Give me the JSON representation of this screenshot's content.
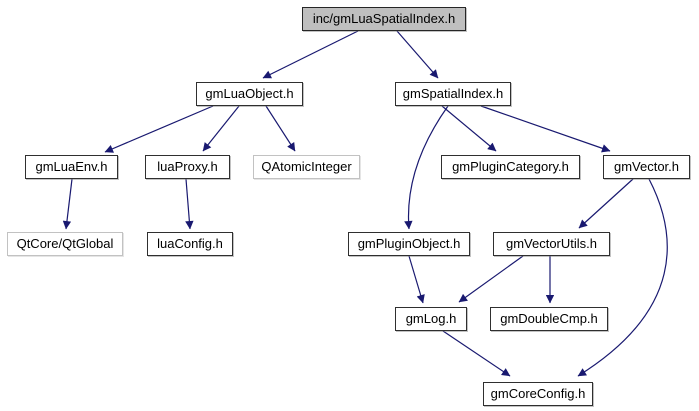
{
  "diagram": {
    "type": "include-dependency-graph",
    "root_file": "inc/gmLuaSpatialIndex.h"
  },
  "colors": {
    "background": "#ffffff",
    "edge": "#191970",
    "root_node_fill": "#bfbfbf",
    "node_fill": "#ffffff",
    "node_border": "#2f2f2f",
    "external_node_border": "#c2c2c2",
    "text": "#000000"
  },
  "nodes": {
    "root": {
      "label": "inc/gmLuaSpatialIndex.h",
      "kind": "root"
    },
    "gmLuaObject": {
      "label": "gmLuaObject.h",
      "kind": "internal"
    },
    "gmSpatialIndex": {
      "label": "gmSpatialIndex.h",
      "kind": "internal"
    },
    "gmLuaEnv": {
      "label": "gmLuaEnv.h",
      "kind": "internal"
    },
    "luaProxy": {
      "label": "luaProxy.h",
      "kind": "internal"
    },
    "QAtomicInteger": {
      "label": "QAtomicInteger",
      "kind": "external"
    },
    "gmPluginCategory": {
      "label": "gmPluginCategory.h",
      "kind": "internal"
    },
    "gmVector": {
      "label": "gmVector.h",
      "kind": "internal"
    },
    "QtCoreQtGlobal": {
      "label": "QtCore/QtGlobal",
      "kind": "external"
    },
    "luaConfig": {
      "label": "luaConfig.h",
      "kind": "internal"
    },
    "gmPluginObject": {
      "label": "gmPluginObject.h",
      "kind": "internal"
    },
    "gmVectorUtils": {
      "label": "gmVectorUtils.h",
      "kind": "internal"
    },
    "gmLog": {
      "label": "gmLog.h",
      "kind": "internal"
    },
    "gmDoubleCmp": {
      "label": "gmDoubleCmp.h",
      "kind": "internal"
    },
    "gmCoreConfig": {
      "label": "gmCoreConfig.h",
      "kind": "internal"
    }
  },
  "edges": [
    {
      "from": "inc/gmLuaSpatialIndex.h",
      "to": "gmLuaObject.h"
    },
    {
      "from": "inc/gmLuaSpatialIndex.h",
      "to": "gmSpatialIndex.h"
    },
    {
      "from": "gmLuaObject.h",
      "to": "gmLuaEnv.h"
    },
    {
      "from": "gmLuaObject.h",
      "to": "luaProxy.h"
    },
    {
      "from": "gmLuaObject.h",
      "to": "QAtomicInteger"
    },
    {
      "from": "gmLuaEnv.h",
      "to": "QtCore/QtGlobal"
    },
    {
      "from": "luaProxy.h",
      "to": "luaConfig.h"
    },
    {
      "from": "gmSpatialIndex.h",
      "to": "gmPluginObject.h"
    },
    {
      "from": "gmSpatialIndex.h",
      "to": "gmPluginCategory.h"
    },
    {
      "from": "gmSpatialIndex.h",
      "to": "gmVector.h"
    },
    {
      "from": "gmPluginObject.h",
      "to": "gmLog.h"
    },
    {
      "from": "gmVector.h",
      "to": "gmVectorUtils.h"
    },
    {
      "from": "gmVector.h",
      "to": "gmCoreConfig.h"
    },
    {
      "from": "gmVectorUtils.h",
      "to": "gmLog.h"
    },
    {
      "from": "gmVectorUtils.h",
      "to": "gmDoubleCmp.h"
    },
    {
      "from": "gmLog.h",
      "to": "gmCoreConfig.h"
    }
  ]
}
